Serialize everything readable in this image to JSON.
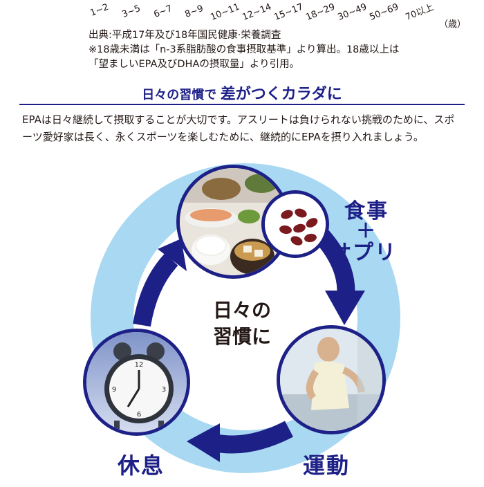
{
  "age_axis": {
    "labels": [
      "1~2",
      "3~5",
      "6~7",
      "8~9",
      "10~11",
      "12~14",
      "15~17",
      "18~29",
      "30~49",
      "50~69",
      "70以上"
    ],
    "unit": "（歳）"
  },
  "notes": {
    "source": "出典:平成17年及び18年国民健康·栄養調査",
    "note_line1": "※18歳未満は「n-3系脂肪酸の食事摂取基準」より算出。18歳以上は",
    "note_line2": "「望ましいEPA及びDHAの摂取量」より引用。"
  },
  "section": {
    "title_part1": "日々の習慣で",
    "title_part2": "差がつくカラダに"
  },
  "body_text": "EPAは日々継続して摂取することが大切です。アスリートは負けられない挑戦のために、スポーツ愛好家は長く、永くスポーツを楽しむために、継続的にEPAを摂り入れましょう。",
  "cycle": {
    "center_line1": "日々の",
    "center_line2": "習慣に",
    "meal_label_line1": "食事",
    "meal_label_plus": "＋",
    "meal_label_line2": "サプリ",
    "exercise_label": "運動",
    "rest_label": "休息"
  },
  "colors": {
    "brand_navy": "#1d2087",
    "ring_light_blue": "#9fd3f0",
    "capsule_red": "#7a1a1f"
  },
  "icons": [
    "meal-photo",
    "capsule-icon",
    "running-photo",
    "alarm-clock-photo",
    "cycle-arrow-icon"
  ]
}
